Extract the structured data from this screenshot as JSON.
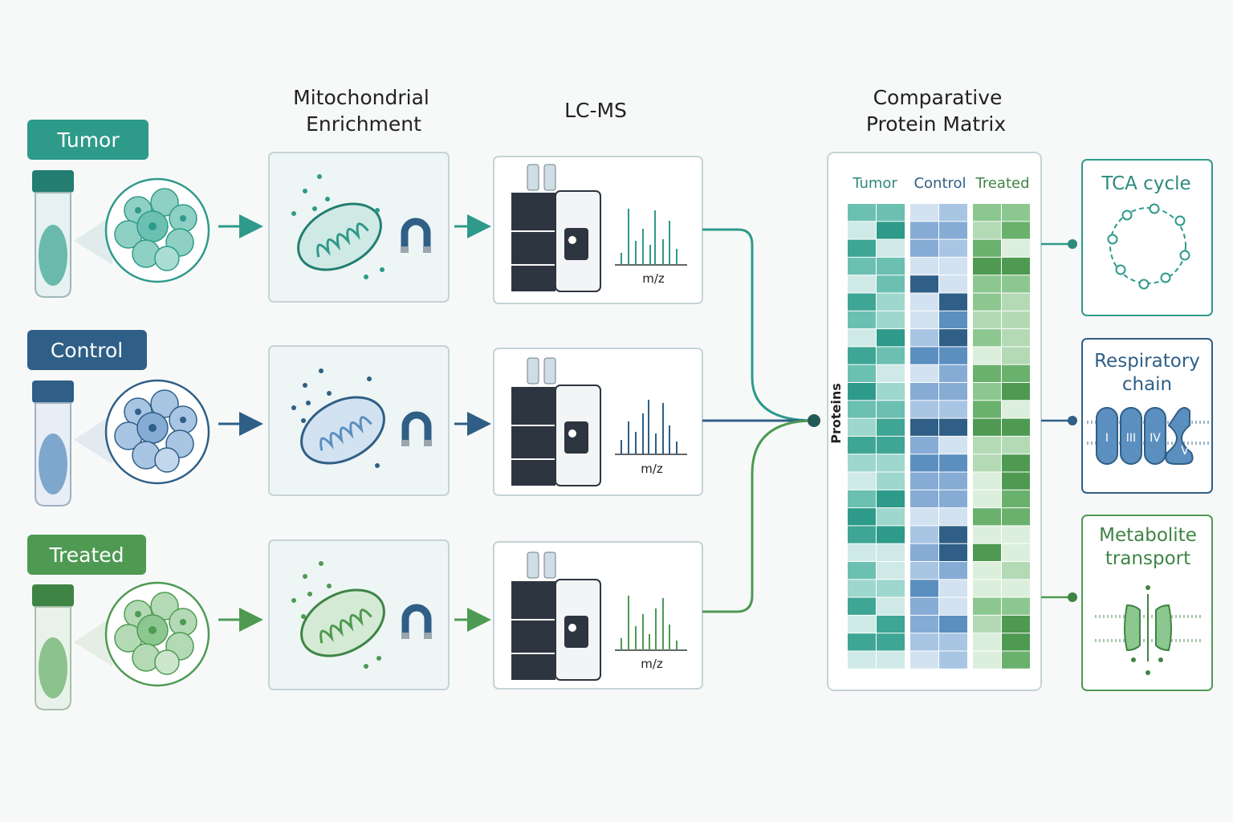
{
  "colors": {
    "tumor": "#2e9a8a",
    "tumor_dark": "#237d71",
    "control": "#2f5f86",
    "control_light": "#5b8fc0",
    "treated": "#4e9a52",
    "treated_dark": "#3f8444",
    "panel_bg": "#eef5f5",
    "panel_border": "#c5d3d6",
    "instrument": "#2d3540"
  },
  "columns": {
    "enrichment_title_line1": "Mitochondrial",
    "enrichment_title_line2": "Enrichment",
    "lcms_title": "LC-MS",
    "matrix_title_line1": "Comparative",
    "matrix_title_line2": "Protein Matrix"
  },
  "samples": [
    {
      "label": "Tumor",
      "color": "#2e9a8a"
    },
    {
      "label": "Control",
      "color": "#2f5f86"
    },
    {
      "label": "Treated",
      "color": "#4e9a52"
    }
  ],
  "ms_axis_label": "m/z",
  "matrix": {
    "y_label": "Proteins",
    "col_headers": [
      "Tumor",
      "Control",
      "Treated"
    ],
    "rows": 26
  },
  "pathways": [
    {
      "title_line1": "TCA cycle",
      "title_line2": "",
      "icon": "tca-cycle-icon"
    },
    {
      "title_line1": "Respiratory",
      "title_line2": "chain",
      "icon": "respiratory-chain-icon",
      "complex_labels": [
        "I",
        "III",
        "IV",
        "V"
      ]
    },
    {
      "title_line1": "Metabolite",
      "title_line2": "transport",
      "icon": "membrane-transporter-icon"
    }
  ]
}
